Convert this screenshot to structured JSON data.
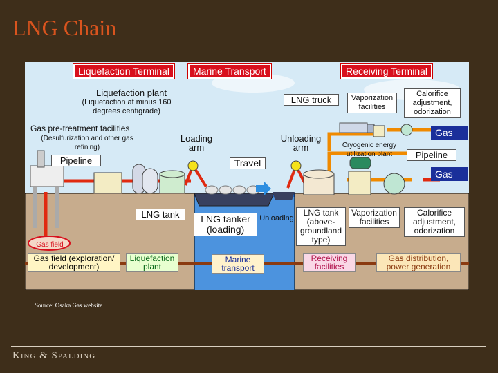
{
  "slide": {
    "title": "LNG Chain",
    "source": "Source: Osaka Gas website",
    "logo": "King & Spalding"
  },
  "diagram": {
    "headers": {
      "liquefaction_terminal": "Liquefaction Terminal",
      "marine_transport": "Marine Transport",
      "receiving_terminal": "Receiving Terminal"
    },
    "labels": {
      "liquefaction_plant": "Liquefaction plant",
      "liquefaction_plant_note": "(Liquefaction at minus 160 degrees centigrade)",
      "gas_pretreatment": "Gas pre-treatment facilities",
      "gas_pretreatment_note": "(Desulfurization and other gas refining)",
      "pipeline_left": "Pipeline",
      "loading_arm": "Loading arm",
      "travel": "Travel",
      "unloading_arm": "Unloading arm",
      "lng_truck": "LNG truck",
      "vaporization_top": "Vaporization facilities",
      "calorifice_top": "Calorifice adjustment, odorization",
      "gas_top": "Gas",
      "cryogenic": "Cryogenic energy utilization plant",
      "pipeline_right": "Pipeline",
      "gas_right": "Gas",
      "lng_tank_left": "LNG tank",
      "lng_tanker": "LNG tanker (loading)",
      "unloading": "Unloading",
      "lng_tank_right": "LNG tank (above-groundland type)",
      "vaporization_bottom": "Vaporization facilities",
      "calorifice_bottom": "Calorifice adjustment, odorization",
      "gas_field_tag": "Gas field"
    },
    "bottom_chain": {
      "gas_field": "Gas field (exploration/ development)",
      "liquefaction": "Liquefaction plant",
      "marine": "Marine transport",
      "receiving": "Receiving facilities",
      "distribution": "Gas distribution, power generation"
    },
    "colors": {
      "header_red": "#d8101d",
      "pipe_red": "#e02a10",
      "pipe_orange": "#f08a00",
      "ground": "#c7ac8d",
      "sea": "#1e64c8",
      "gas_blue": "#1a2f9a"
    }
  }
}
